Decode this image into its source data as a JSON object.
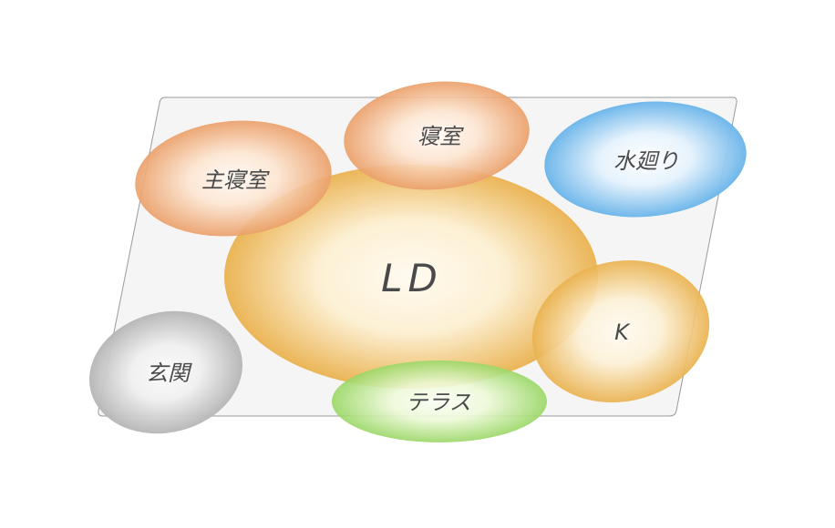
{
  "diagram": {
    "rooms": {
      "ld": {
        "label": "LD",
        "color": "#e9b04d"
      },
      "master_bedroom": {
        "label": "主寝室",
        "color": "#e9a36e"
      },
      "bedroom": {
        "label": "寝室",
        "color": "#e9a36e"
      },
      "water_area": {
        "label": "水廻り",
        "color": "#6fb6ea"
      },
      "kitchen": {
        "label": "K",
        "color": "#e9b04d"
      },
      "entrance": {
        "label": "玄関",
        "color": "#b9b9b9"
      },
      "terrace": {
        "label": "テラス",
        "color": "#9bd86a"
      }
    }
  }
}
